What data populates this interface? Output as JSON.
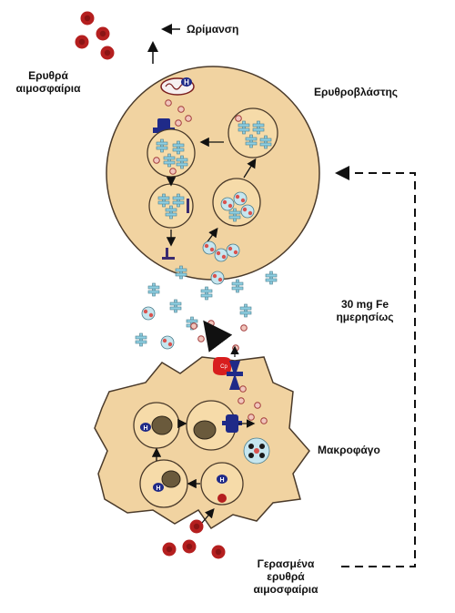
{
  "labels": {
    "maturation": "Ωρίμανση",
    "rbc_line1": "Ερυθρά",
    "rbc_line2": "αιμοσφαίρια",
    "erythroblast": "Ερυθροβλάστης",
    "iron_line1": "30 mg Fe",
    "iron_line2": "ημερησίως",
    "macrophage": "Μακροφάγο",
    "aged_line1": "Γερασμένα",
    "aged_line2": "ερυθρά",
    "aged_line3": "αιμοσφαίρια",
    "heme_letter": "H",
    "ferroportin_tag": "Cp"
  },
  "colors": {
    "cell_fill": "#f1d3a1",
    "cell_stroke": "#4a3a2a",
    "rbc": "#b51f1f",
    "transferrin": "#8fd0e3",
    "receptor": "#1f2a88",
    "iron_dot": "#e9b8b0",
    "ceruloplasmin": "#d81e1e"
  }
}
